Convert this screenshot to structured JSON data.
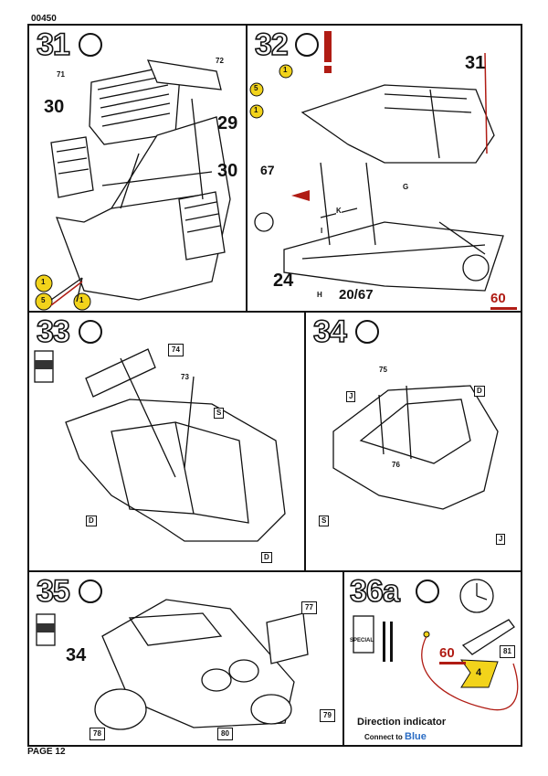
{
  "page": {
    "code": "00450",
    "page_label": "PAGE 12"
  },
  "steps": [
    {
      "number": "31",
      "parts": [
        "71",
        "72"
      ],
      "labels": [
        "30",
        "29",
        "30"
      ],
      "badges": [
        "1",
        "5",
        "1"
      ]
    },
    {
      "number": "32",
      "labels": [
        "31",
        "67",
        "24",
        "20/67"
      ],
      "letters": [
        "G",
        "K",
        "I",
        "H"
      ],
      "red_ref": "60",
      "badges": [
        "5",
        "1",
        "1"
      ]
    },
    {
      "number": "33",
      "parts": [
        "74",
        "73"
      ],
      "tags": [
        "S",
        "D",
        "D"
      ]
    },
    {
      "number": "34",
      "parts": [
        "75",
        "76"
      ],
      "tags": [
        "J",
        "D",
        "S",
        "J"
      ]
    },
    {
      "number": "35",
      "parts": [
        "77",
        "78",
        "79",
        "80"
      ],
      "labels": [
        "34"
      ]
    },
    {
      "number": "36a",
      "parts": [
        "81"
      ],
      "red_ref": "60",
      "badge": "4",
      "paint_label": "SPECIAL",
      "title": "Direction indicator",
      "connect_text": "Connect to",
      "color_name": "Blue"
    }
  ],
  "colors": {
    "red": "#b01c14",
    "yellow": "#f2d31b",
    "blue": "#2a6cc4"
  }
}
